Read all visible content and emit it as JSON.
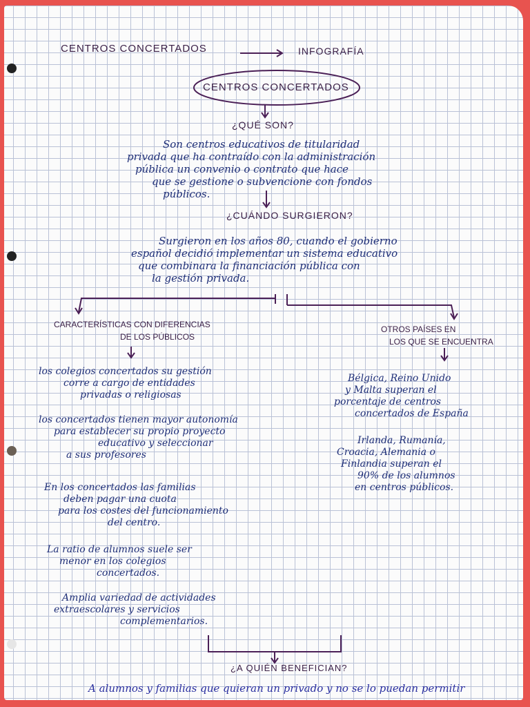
{
  "header": {
    "left": "CENTROS CONCERTADOS",
    "right": "INFOGRAFÍA"
  },
  "title": "CENTROS CONCERTADOS",
  "sections": {
    "que_son": {
      "heading": "¿QUÉ SON?",
      "lines": [
        "Son centros educativos de titularidad",
        "privada que ha contraído con la administración",
        "pública un convenio o contrato que hace",
        "que se gestione o subvencione con fondos",
        "públicos."
      ]
    },
    "cuando": {
      "heading": "¿CUÁNDO SURGIERON?",
      "lines": [
        "Surgieron en los años 80, cuando el gobierno",
        "español decidió implementar un sistema educativo",
        "que combinara la financiación pública con",
        "la gestión privada."
      ]
    },
    "caracteristicas": {
      "heading_line1": "CARACTERÍSTICAS CON DIFERENCIAS",
      "heading_line2": "DE LOS PÚBLICOS",
      "items": [
        [
          "los colegios concertados su gestión",
          "corre a cargo de entidades",
          "privadas o religiosas"
        ],
        [
          "los concertados tienen mayor autonomía",
          "para establecer su propio proyecto",
          "educativo y seleccionar",
          "a sus profesores"
        ],
        [
          "En los concertados las familias",
          "deben pagar una cuota",
          "para los costes del funcionamiento",
          "del centro."
        ],
        [
          "La ratio de alumnos suele ser",
          "menor en los colegios",
          "concertados."
        ],
        [
          "Amplia variedad de actividades",
          "extraescolares y servicios",
          "complementarios."
        ]
      ]
    },
    "otros_paises": {
      "heading_line1": "OTROS PAÍSES EN",
      "heading_line2": "LOS QUE SE ENCUENTRA",
      "items": [
        [
          "Bélgica, Reino Unido",
          "y Malta superan el",
          "porcentaje de centros",
          "concertados de España"
        ],
        [
          "Irlanda, Rumanía,",
          "Croacia, Alemania o",
          "Finlandia superan el",
          "90% de los alumnos",
          "en centros públicos."
        ]
      ]
    },
    "beneficia": {
      "heading": "¿A QUIÉN BENEFICIAN?",
      "line": "A alumnos y familias que quieran un privado y no se lo puedan permitir"
    }
  },
  "colors": {
    "ink_blue": "#1f2f78",
    "ink_purple": "#4a1f56",
    "grid": "#b9c1d6",
    "margin_red": "#e8534f"
  }
}
